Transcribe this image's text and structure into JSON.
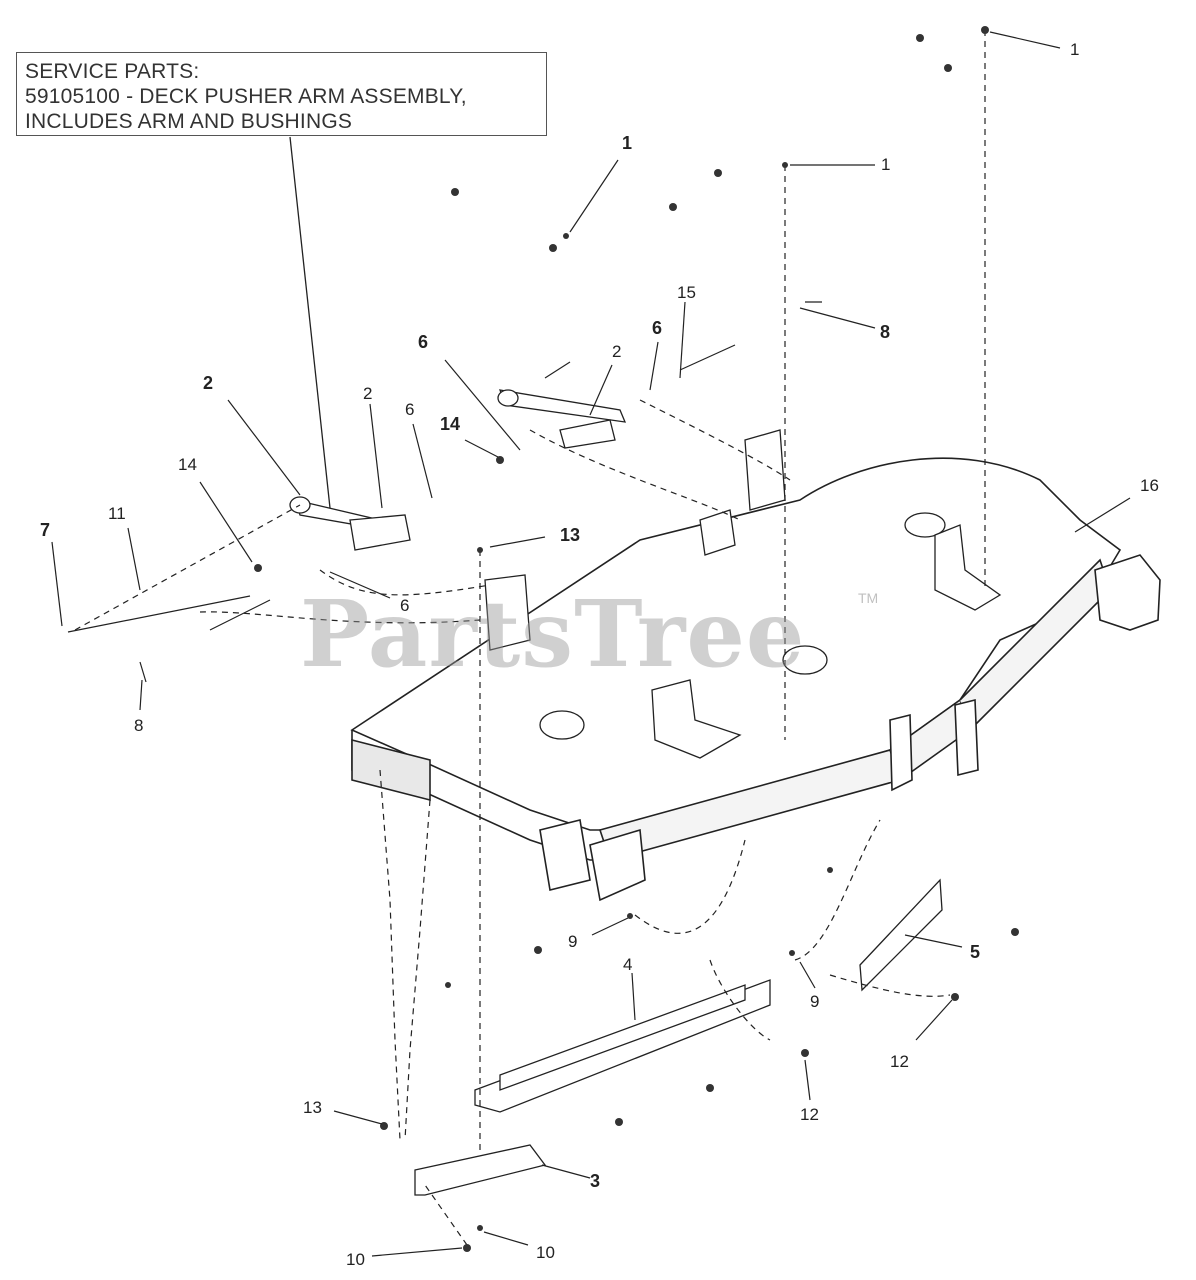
{
  "service_box": {
    "line1": "SERVICE PARTS:",
    "line2": "59105100 - DECK PUSHER ARM ASSEMBLY,",
    "line3": "INCLUDES ARM AND BUSHINGS"
  },
  "watermark": {
    "text": "PartsTree",
    "tm": "TM"
  },
  "callouts": {
    "c1a": "1",
    "c1b": "1",
    "c1c": "1",
    "c2a": "2",
    "c2b": "2",
    "c2c": "2",
    "c3": "3",
    "c4": "4",
    "c5": "5",
    "c6a": "6",
    "c6b": "6",
    "c6c": "6",
    "c6d": "6",
    "c7": "7",
    "c8a": "8",
    "c8b": "8",
    "c9a": "9",
    "c9b": "9",
    "c10a": "10",
    "c10b": "10",
    "c11": "11",
    "c12a": "12",
    "c12b": "12",
    "c13a": "13",
    "c13b": "13",
    "c14a": "14",
    "c14b": "14",
    "c15": "15",
    "c16": "16"
  }
}
